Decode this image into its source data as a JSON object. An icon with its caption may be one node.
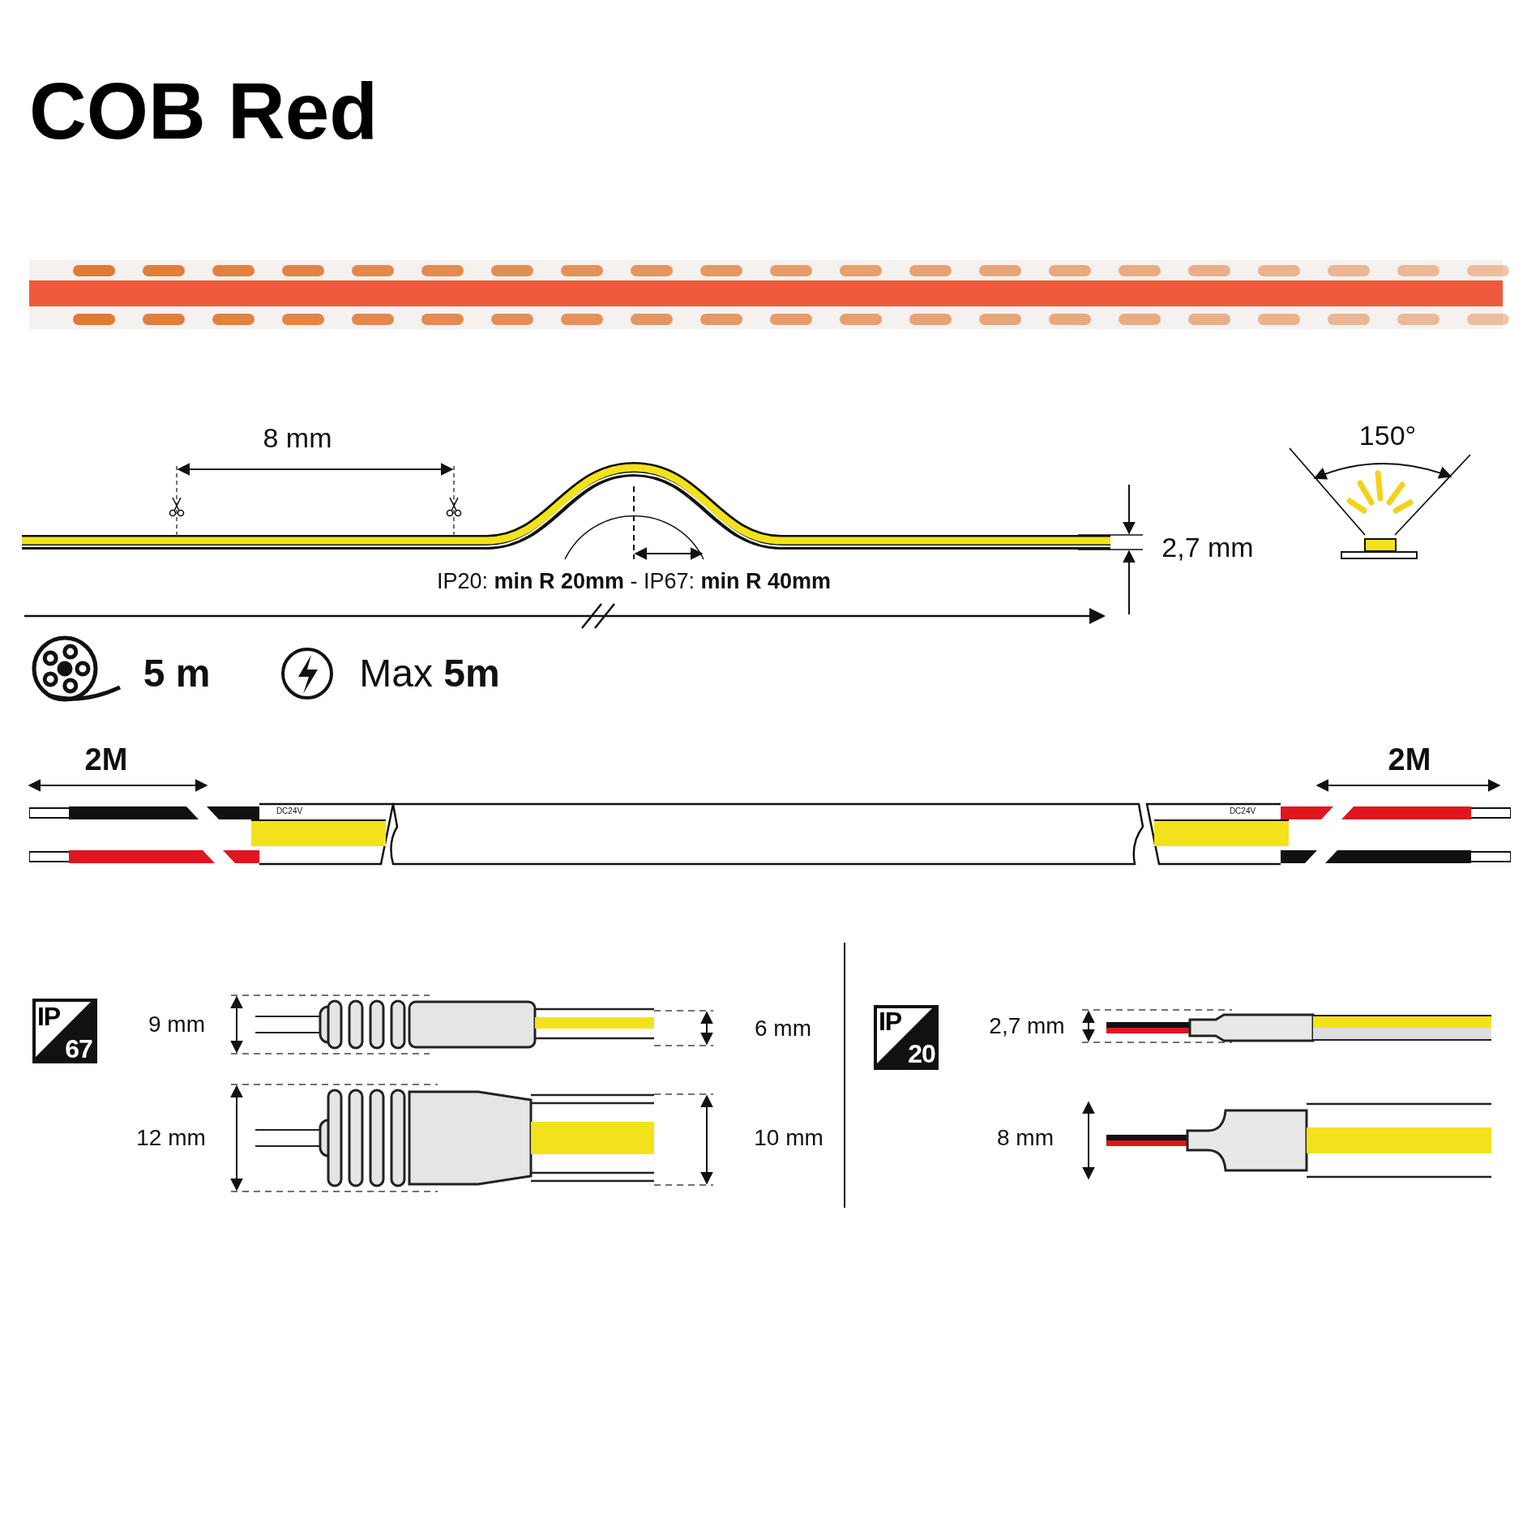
{
  "diagram": {
    "title": "COB Red",
    "labels": [
      "8 mm",
      "150°",
      "2,7 mm",
      "IP20: **min R 20mm** - IP67: **min R 40mm**",
      "5 m",
      "Max **5m**",
      "2M",
      "2M",
      "DC24V",
      "DC24V",
      "IP",
      "67",
      "9 mm",
      "6 mm",
      "IP",
      "20",
      "2,7 mm",
      "12 mm",
      "10 mm",
      "8 mm"
    ]
  }
}
